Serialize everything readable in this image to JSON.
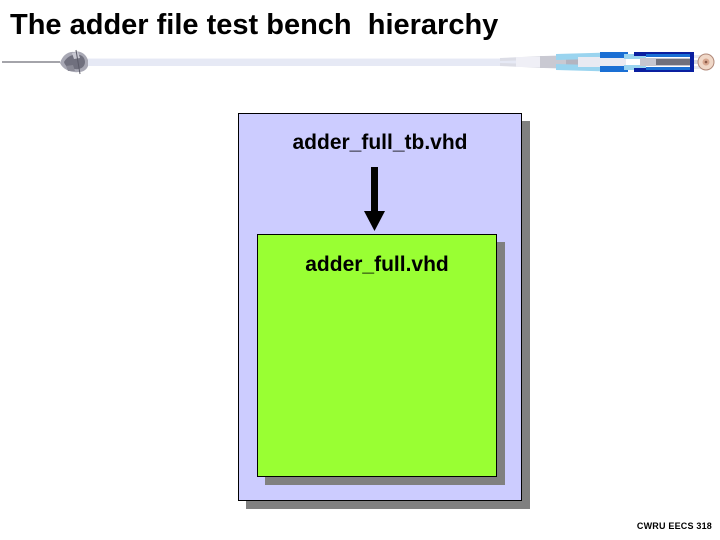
{
  "slide": {
    "title": "The adder file test bench  hierarchy",
    "footer": "CWRU EECS 318"
  },
  "divider": {
    "icon": "arrow-dart-divider-icon",
    "colors": {
      "shaft": "#e6e9f5",
      "light_blue": "#99d6f0",
      "mid_blue": "#1a6fd4",
      "dark_blue": "#0a1fa0",
      "gray": "#707070",
      "tip": "#f0d0c0"
    }
  },
  "diagram": {
    "type": "hierarchy",
    "outer": {
      "label": "adder_full_tb.vhd",
      "fill": "#ccccff",
      "border": "#000000",
      "shadow": "#808080"
    },
    "arrow": {
      "icon": "down-arrow-icon",
      "color": "#000000",
      "direction": "down"
    },
    "inner": {
      "label": "adder_full.vhd",
      "fill": "#99ff33",
      "border": "#000000",
      "shadow": "#808080"
    }
  }
}
